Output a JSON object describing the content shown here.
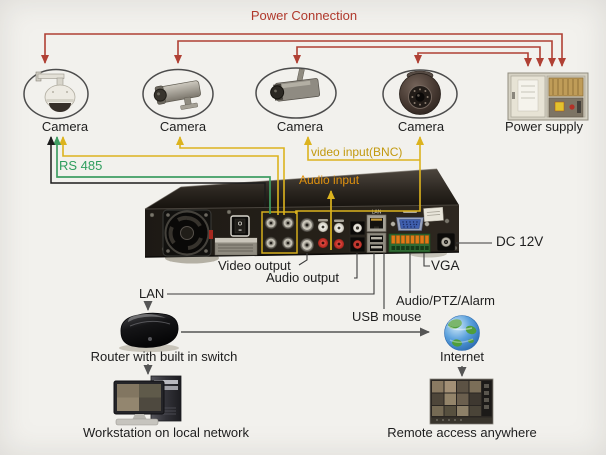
{
  "title": "DVR surveillance system connection diagram",
  "top": {
    "power_connection": "Power Connection"
  },
  "cameras": [
    {
      "label": "Camera",
      "type": "ptz-speed-dome-camera"
    },
    {
      "label": "Camera",
      "type": "bullet-camera"
    },
    {
      "label": "Camera",
      "type": "box-camera"
    },
    {
      "label": "Camera",
      "type": "dome-camera"
    }
  ],
  "power_supply": {
    "label": "Power supply"
  },
  "wires": {
    "rs485": "RS 485",
    "video_input": "video input(BNC)",
    "audio_input": "Audio input"
  },
  "dvr": {
    "video_output": "Video output",
    "audio_output": "Audio output",
    "lan": "LAN",
    "usb_mouse": "USB mouse",
    "audio_ptz_alarm": "Audio/PTZ/Alarm",
    "vga": "VGA",
    "dc": "DC 12V",
    "port_lan": "LAN"
  },
  "network": {
    "router": "Router with built in switch",
    "internet": "Internet",
    "workstation": "Workstation on local network",
    "remote": "Remote access anywhere"
  },
  "colors": {
    "power_line_red": "#b04034",
    "video_wire_yellow": "#dcb31e",
    "rs485_green": "#3f9e63",
    "rs485_black": "#1c1c1c",
    "connector_line_gray": "#3c3c3c",
    "arrow_gray": "#555555",
    "background": "#f2f1ed"
  }
}
